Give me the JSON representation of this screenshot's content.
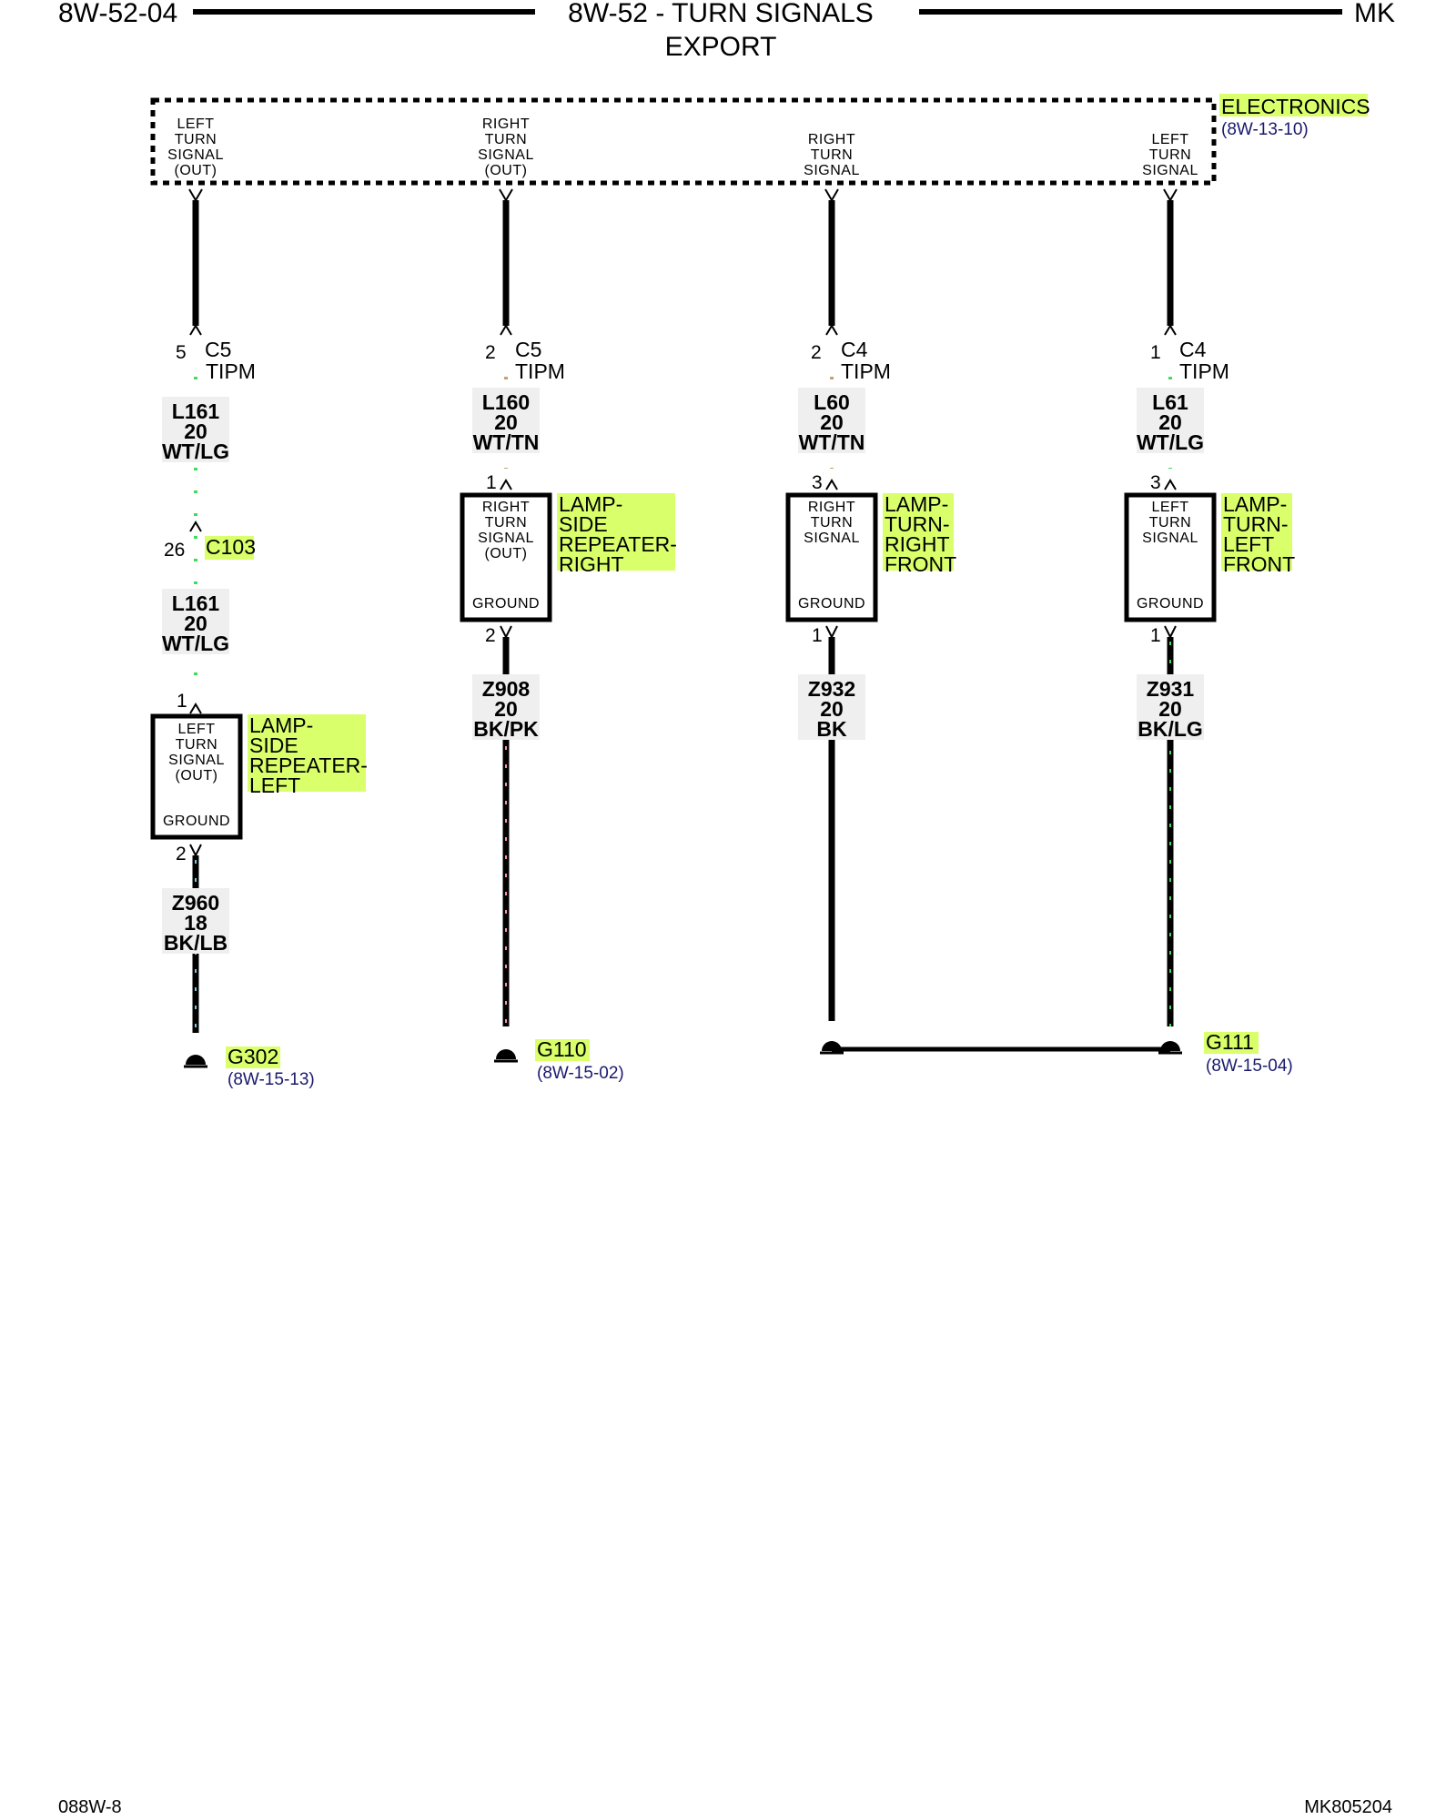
{
  "header": {
    "page_left": "8W-52-04",
    "title": "8W-52 - TURN SIGNALS",
    "subtitle": "EXPORT",
    "page_right": "MK"
  },
  "module": {
    "name": "ELECTRONICS",
    "ref": "(8W-13-10)",
    "outputs": [
      [
        "LEFT",
        "TURN",
        "SIGNAL",
        "(OUT)"
      ],
      [
        "RIGHT",
        "TURN",
        "SIGNAL",
        "(OUT)"
      ],
      [
        "RIGHT",
        "TURN",
        "SIGNAL"
      ],
      [
        "LEFT",
        "TURN",
        "SIGNAL"
      ]
    ]
  },
  "circuits": [
    {
      "tipm_pin": "5",
      "tipm_conn": "C5",
      "tipm_label": "TIPM",
      "wire1": [
        "L161",
        "20",
        "WT/LG"
      ],
      "inline_pin": "26",
      "inline_conn": "C103",
      "wire1b": [
        "L161",
        "20",
        "WT/LG"
      ],
      "lamp_in_pin": "1",
      "lamp_box": [
        "LEFT",
        "TURN",
        "SIGNAL",
        "(OUT)"
      ],
      "lamp_ground": "GROUND",
      "lamp_name": [
        "LAMP-",
        "SIDE",
        "REPEATER-",
        "LEFT"
      ],
      "lamp_out_pin": "2",
      "wire2": [
        "Z960",
        "18",
        "BK/LB"
      ],
      "ground": "G302",
      "ground_ref": "(8W-15-13)"
    },
    {
      "tipm_pin": "2",
      "tipm_conn": "C5",
      "tipm_label": "TIPM",
      "wire1": [
        "L160",
        "20",
        "WT/TN"
      ],
      "lamp_in_pin": "1",
      "lamp_box": [
        "RIGHT",
        "TURN",
        "SIGNAL",
        "(OUT)"
      ],
      "lamp_ground": "GROUND",
      "lamp_name": [
        "LAMP-",
        "SIDE",
        "REPEATER-",
        "RIGHT"
      ],
      "lamp_out_pin": "2",
      "wire2": [
        "Z908",
        "20",
        "BK/PK"
      ],
      "ground": "G110",
      "ground_ref": "(8W-15-02)"
    },
    {
      "tipm_pin": "2",
      "tipm_conn": "C4",
      "tipm_label": "TIPM",
      "wire1": [
        "L60",
        "20",
        "WT/TN"
      ],
      "lamp_in_pin": "3",
      "lamp_box": [
        "RIGHT",
        "TURN",
        "SIGNAL"
      ],
      "lamp_ground": "GROUND",
      "lamp_name": [
        "LAMP-",
        "TURN-",
        "RIGHT",
        "FRONT"
      ],
      "lamp_out_pin": "1",
      "wire2": [
        "Z932",
        "20",
        "BK"
      ]
    },
    {
      "tipm_pin": "1",
      "tipm_conn": "C4",
      "tipm_label": "TIPM",
      "wire1": [
        "L61",
        "20",
        "WT/LG"
      ],
      "lamp_in_pin": "3",
      "lamp_box": [
        "LEFT",
        "TURN",
        "SIGNAL"
      ],
      "lamp_ground": "GROUND",
      "lamp_name": [
        "LAMP-",
        "TURN-",
        "LEFT",
        "FRONT"
      ],
      "lamp_out_pin": "1",
      "wire2": [
        "Z931",
        "20",
        "BK/LG"
      ],
      "ground": "G111",
      "ground_ref": "(8W-15-04)"
    }
  ],
  "footer": {
    "left": "088W-8",
    "right": "MK805204"
  },
  "colors": {
    "highlight": "#d9ff6a",
    "wire": "#000000",
    "tracer_green": "#3ddc5a",
    "tracer_tan": "#c8a06a",
    "tracer_pink": "#ff8fb0",
    "tracer_blue": "#7ec8e3",
    "reference": "#1a1a6e"
  }
}
